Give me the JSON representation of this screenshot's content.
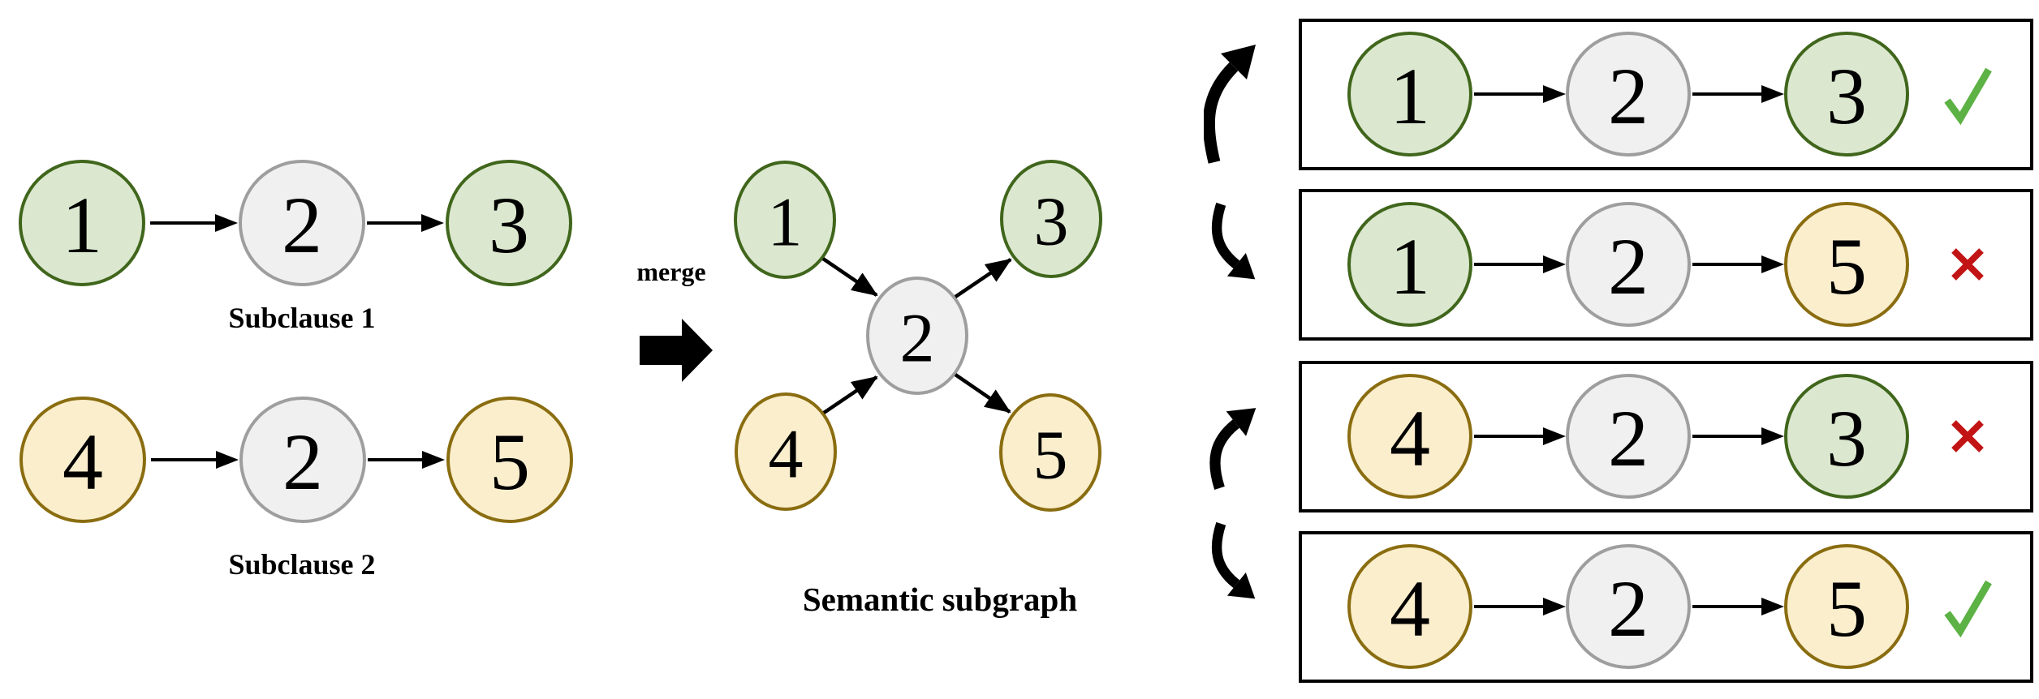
{
  "figure": {
    "subclause1": {
      "label": "Subclause 1",
      "nodes": [
        {
          "id": "1",
          "type": "green"
        },
        {
          "id": "2",
          "type": "gray"
        },
        {
          "id": "3",
          "type": "green"
        }
      ],
      "edges": [
        "1→2",
        "2→3"
      ]
    },
    "subclause2": {
      "label": "Subclause 2",
      "nodes": [
        {
          "id": "4",
          "type": "yellow"
        },
        {
          "id": "2",
          "type": "gray"
        },
        {
          "id": "5",
          "type": "yellow"
        }
      ],
      "edges": [
        "4→2",
        "2→5"
      ]
    },
    "merge_label": "merge",
    "semantic": {
      "label": "Semantic subgraph",
      "nodes": [
        {
          "id": "1",
          "type": "green"
        },
        {
          "id": "3",
          "type": "green"
        },
        {
          "id": "2",
          "type": "gray"
        },
        {
          "id": "4",
          "type": "yellow"
        },
        {
          "id": "5",
          "type": "yellow"
        }
      ],
      "edges": [
        "1→2",
        "4→2",
        "2→3",
        "2→5"
      ]
    },
    "paths": [
      {
        "sequence": "1 → 2 → 3",
        "mark": "check",
        "result": "valid",
        "nodes": [
          {
            "id": "1",
            "type": "green"
          },
          {
            "id": "2",
            "type": "gray"
          },
          {
            "id": "3",
            "type": "green"
          }
        ]
      },
      {
        "sequence": "1 → 2 → 5",
        "mark": "cross",
        "result": "invalid",
        "nodes": [
          {
            "id": "1",
            "type": "green"
          },
          {
            "id": "2",
            "type": "gray"
          },
          {
            "id": "5",
            "type": "yellow"
          }
        ]
      },
      {
        "sequence": "4 → 2 → 3",
        "mark": "cross",
        "result": "invalid",
        "nodes": [
          {
            "id": "4",
            "type": "yellow"
          },
          {
            "id": "2",
            "type": "gray"
          },
          {
            "id": "3",
            "type": "green"
          }
        ]
      },
      {
        "sequence": "4 → 2 → 5",
        "mark": "check",
        "result": "valid",
        "nodes": [
          {
            "id": "4",
            "type": "yellow"
          },
          {
            "id": "2",
            "type": "gray"
          },
          {
            "id": "5",
            "type": "yellow"
          }
        ]
      }
    ],
    "colors": {
      "green_fill": "#dbe8cf",
      "green_border": "#40661c",
      "yellow_fill": "#faeecd",
      "yellow_border": "#8a6d10",
      "gray_fill": "#f0f0f0",
      "gray_border": "#9e9e9e",
      "check": "#5cb244",
      "cross": "#c21414",
      "arrow": "#000000"
    }
  }
}
